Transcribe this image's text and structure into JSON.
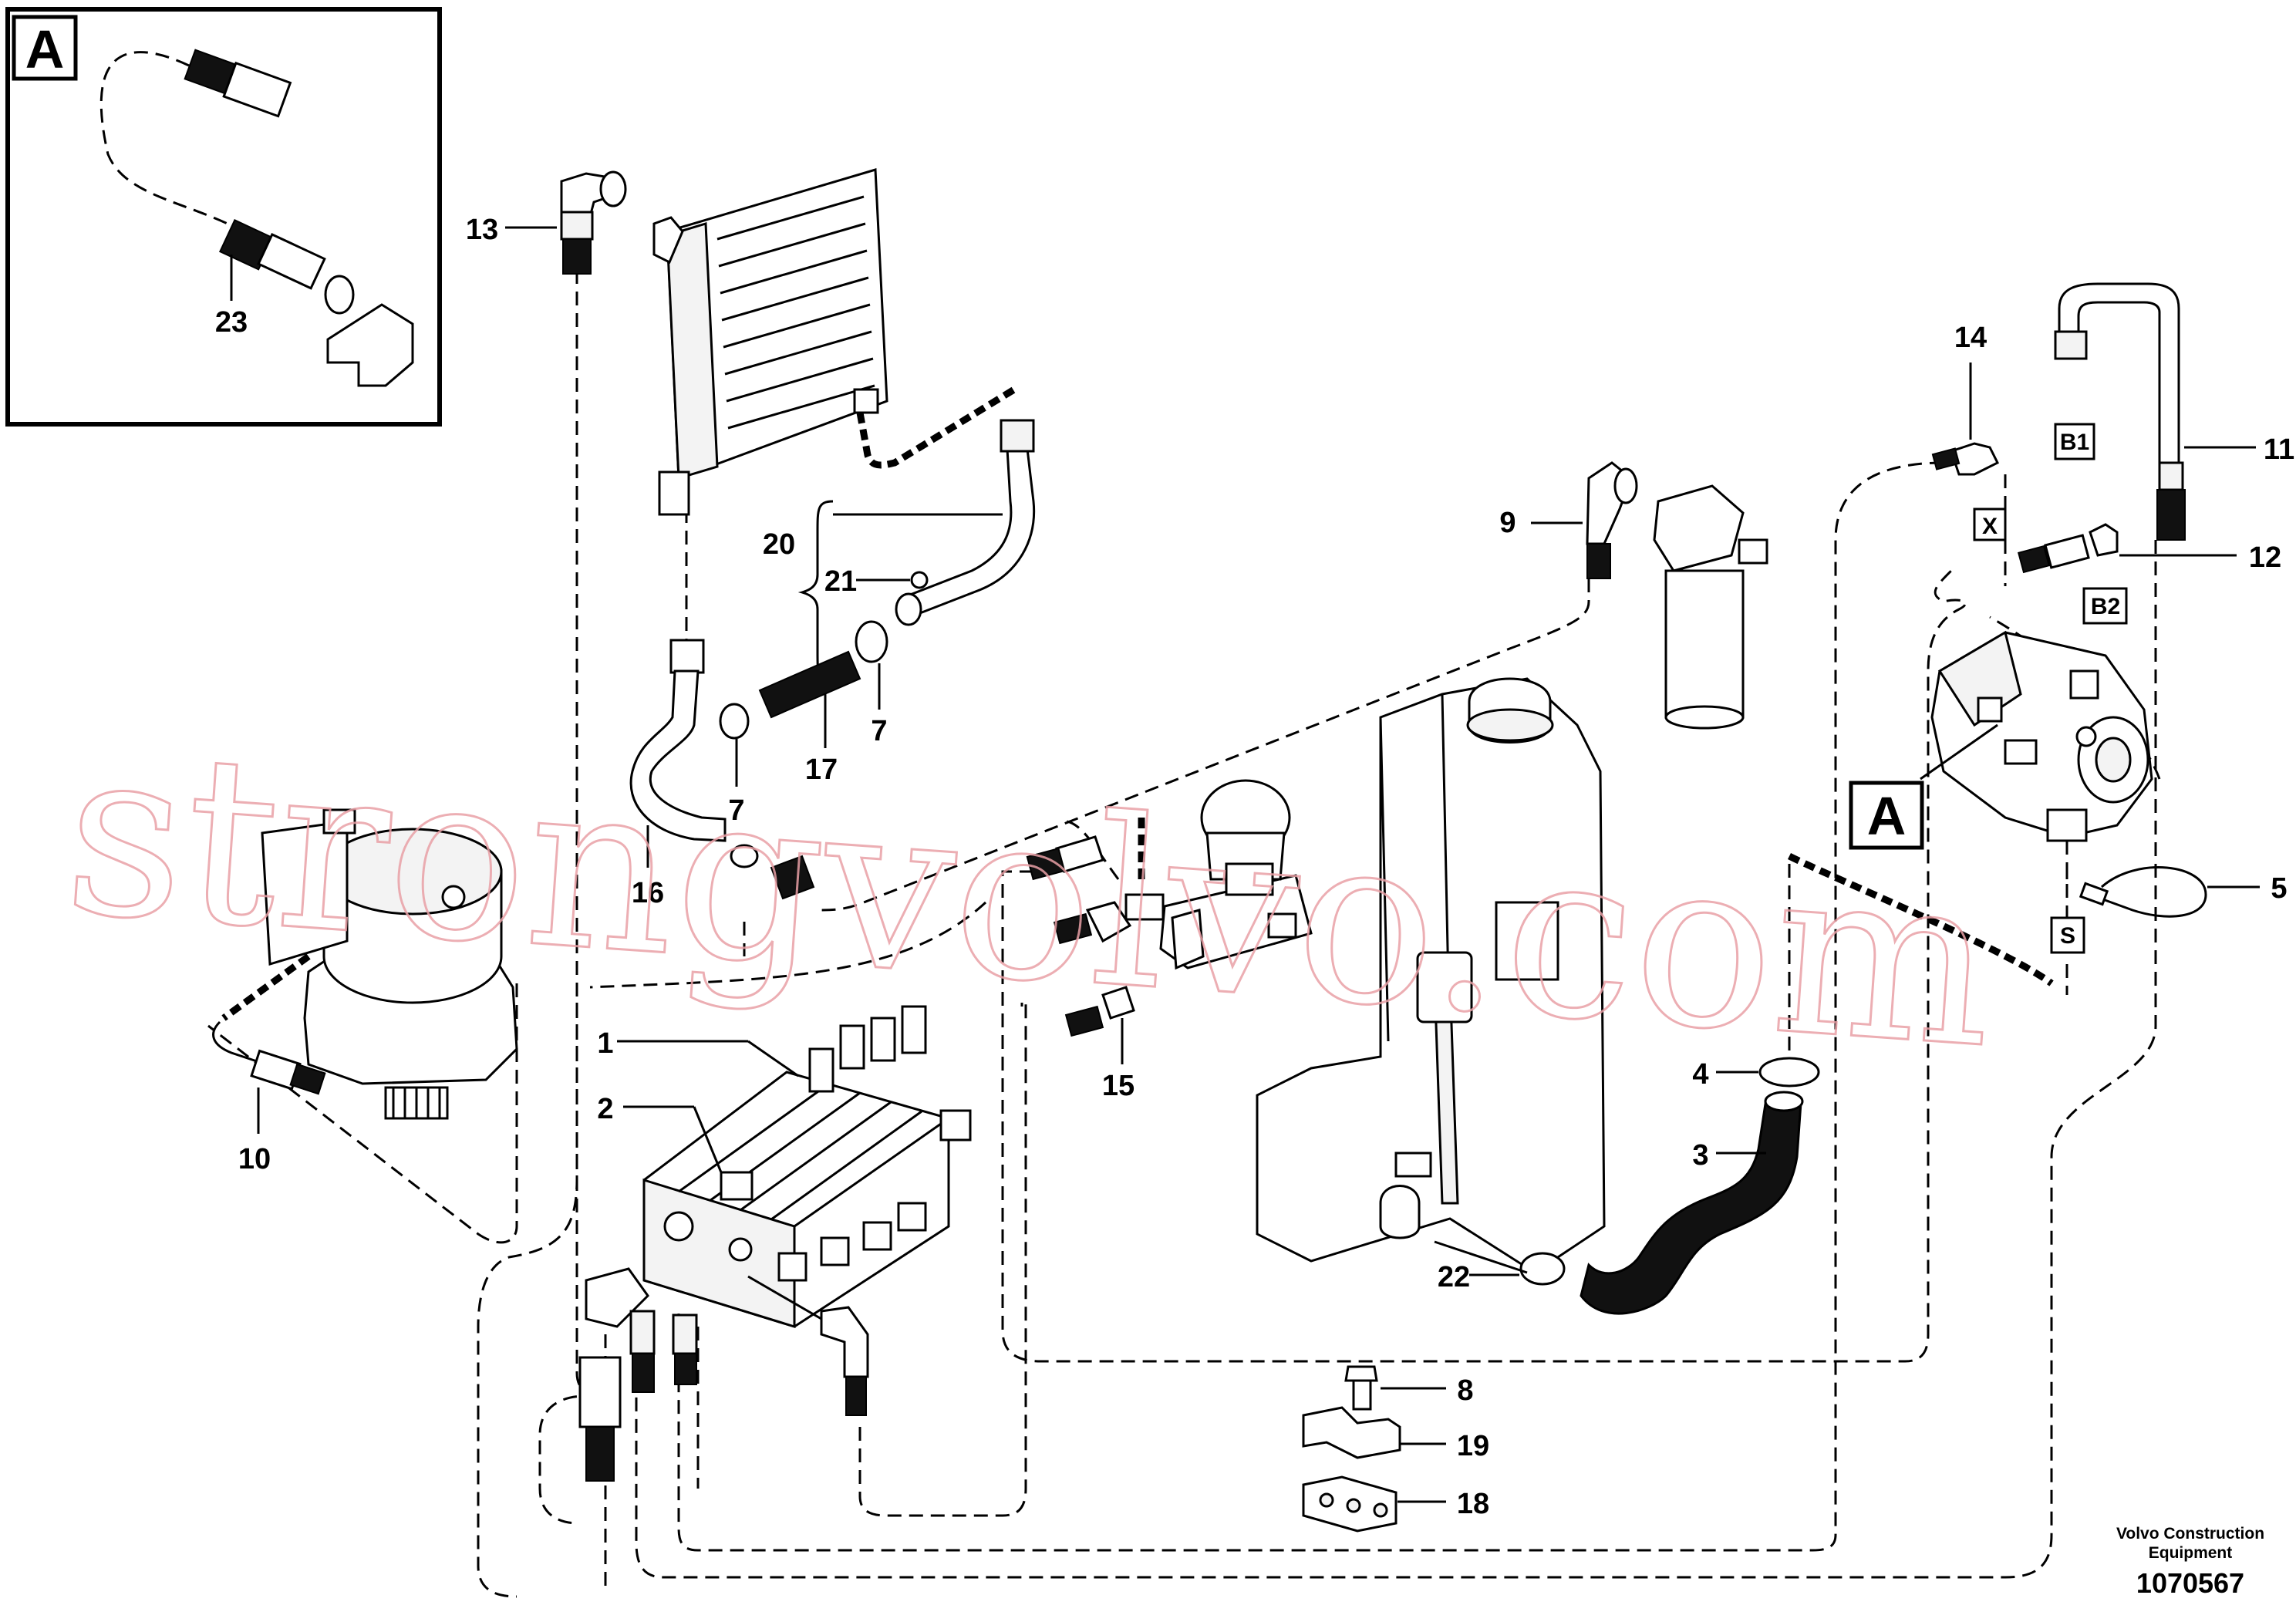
{
  "inset": {
    "letter": "A"
  },
  "callouts": {
    "c1": "1",
    "c2": "2",
    "c3": "3",
    "c4": "4",
    "c5": "5",
    "c7a": "7",
    "c7b": "7",
    "c8": "8",
    "c9": "9",
    "c10": "10",
    "c11": "11",
    "c12": "12",
    "c13": "13",
    "c14": "14",
    "c15": "15",
    "c16": "16",
    "c17": "17",
    "c18": "18",
    "c19": "19",
    "c20": "20",
    "c21": "21",
    "c22": "22",
    "c23": "23"
  },
  "port_tags": {
    "b1": "B1",
    "b2": "B2",
    "x": "X",
    "s": "S"
  },
  "view_marker": "A",
  "watermark": "strongvolvo.com",
  "footer": {
    "brand_line1": "Volvo Construction",
    "brand_line2": "Equipment",
    "drawing_number": "1070567"
  }
}
